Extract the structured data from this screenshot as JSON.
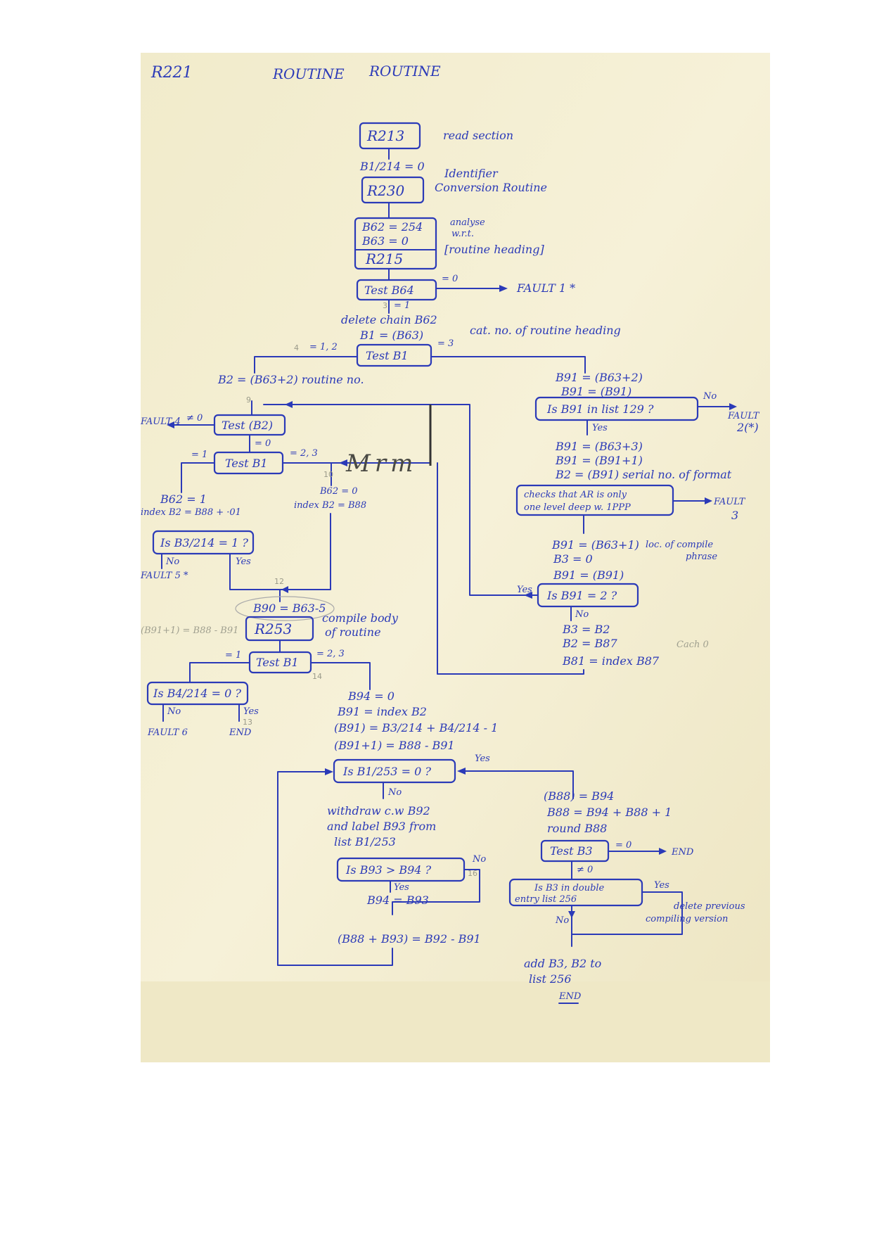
{
  "header": {
    "code": "R221",
    "title1": "ROUTINE",
    "title2": "ROUTINE"
  },
  "top": {
    "r213": "R213",
    "r213_note": "read section",
    "b1_214": "B1/214 = 0",
    "r230": "R230",
    "r230_note1": "Identifier",
    "r230_note2": "Conversion Routine",
    "b62": "B62 = 254",
    "b63": "B63 = 0",
    "r215": "R215",
    "analyse1": "analyse",
    "analyse2": "w.r.t.",
    "analyse3": "[routine heading]",
    "test_b64": "Test B64",
    "eq0": "= 0",
    "fault1": "FAULT 1 *",
    "eq1": "= 1",
    "delete_chain": "delete chain B62",
    "b1_b63": "B1 = (B63)",
    "cat_note": "cat. no. of routine heading",
    "test_b1": "Test B1",
    "eq12": "= 1, 2",
    "eq3": "= 3"
  },
  "left": {
    "b2_assign": "B2 = (B63+2) routine no.",
    "test_b2": "Test (B2)",
    "ne0": "≠ 0",
    "fault4": "FAULT 4",
    "eq0": "= 0",
    "test_b1": "Test B1",
    "eq1": "= 1",
    "eq23": "= 2, 3",
    "scribble": "Mrm",
    "b62_1": "B62 = 1",
    "index_1": "index B2 = B88 + ·01",
    "b62_0": "B62 = 0",
    "index_0": "index B2 = B88",
    "is_b3": "Is B3/214 = 1 ?",
    "no": "No",
    "fault5": "FAULT 5 *",
    "yes": "Yes",
    "b90": "B90 = B63-5",
    "r253": "R253",
    "compile1": "compile body",
    "compile2": "of routine",
    "pencil_note": "(B91+1) = B88 - B91",
    "test_b1_b": "Test B1",
    "eq1_b": "= 1",
    "eq23_b": "= 2, 3",
    "is_b4": "Is B4/214 = 0 ?",
    "no_b": "No",
    "fault6": "FAULT 6",
    "yes_b": "Yes",
    "end": "END"
  },
  "right": {
    "b91_a": "B91 = (B63+2)",
    "b91_b": "B91 = (B91)",
    "is_list129": "Is B91 in list 129 ?",
    "no": "No",
    "fault2": "FAULT",
    "fault2_num": "2(*)",
    "yes": "Yes",
    "b91_c": "B91 = (B63+3)",
    "b91_d": "B91 = (B91+1)",
    "b2_serial": "B2 = (B91)  serial no. of format",
    "checks1": "checks that AR is only",
    "checks2": "one level deep w. 1PPP",
    "fault3": "FAULT",
    "fault3_num": "3",
    "b91_e": "B91 = (B63+1)",
    "loc1": "loc. of compile",
    "loc2": "phrase",
    "b3_0": "B3 = 0",
    "b91_f": "B91 = (B91)",
    "is_b91_2": "Is B91 = 2 ?",
    "yes2": "Yes",
    "no2": "No",
    "b3_b2": "B3 = B2",
    "b2_b87": "B2 = B87",
    "b81": "B81 = index B87",
    "pencil_cach": "Cach 0"
  },
  "bottom": {
    "b94_0": "B94 = 0",
    "b91_index": "B91 = index B2",
    "b91_expr": "(B91) = B3/214 + B4/214 - 1",
    "b91p1": "(B91+1) = B88 - B91",
    "is_b1_253": "Is B1/253 = 0 ?",
    "yes": "Yes",
    "no": "No",
    "withdraw1": "withdraw c.w B92",
    "withdraw2": "and label B93 from",
    "withdraw3": "list B1/253",
    "is_b93": "Is B93 > B94 ?",
    "no2": "No",
    "yes2": "Yes",
    "b94_b93": "B94 = B93",
    "b88_b93": "(B88 + B93) = B92 - B91",
    "b88_b94": "(B88) = B94",
    "b88_sum": "B88 = B94 + B88 + 1",
    "round": "round B88",
    "test_b3": "Test B3",
    "eq0": "= 0",
    "end1": "END",
    "ne0": "≠ 0",
    "is_b3_list": "Is B3 in double",
    "is_b3_list2": "entry list 256",
    "yes3": "Yes",
    "delete1": "delete previous",
    "delete2": "compiling version",
    "no3": "No",
    "add1": "add B3, B2 to",
    "add2": "list 256",
    "end2": "END"
  },
  "pencil_numbers": [
    "3",
    "4",
    "9",
    "10",
    "12",
    "13",
    "14",
    "16"
  ],
  "colors": {
    "ink": "#2b3ab8",
    "paper": "#f4efd2",
    "pencil": "#9a9a8a"
  }
}
